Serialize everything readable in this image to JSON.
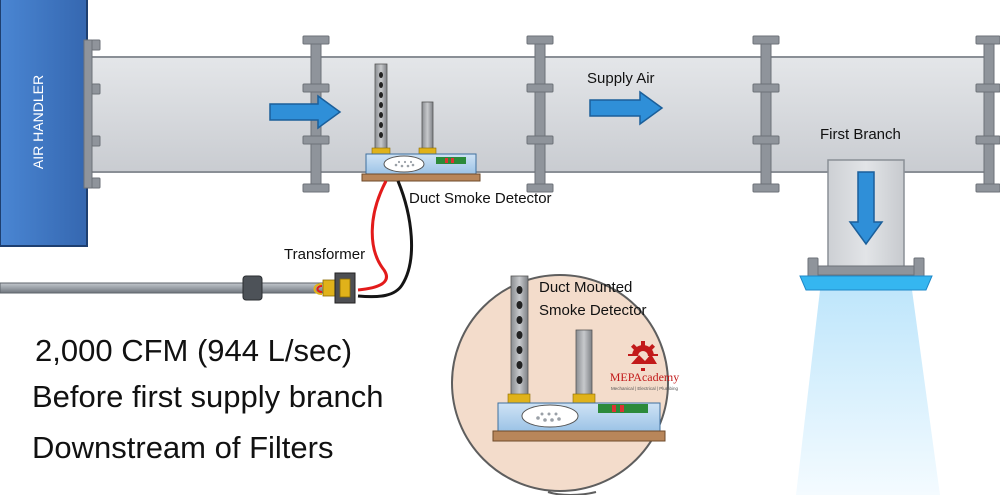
{
  "air_handler": {
    "label": "AIR HANDLER"
  },
  "labels": {
    "supply_air": "Supply Air",
    "first_branch": "First Branch",
    "duct_smoke_detector": "Duct Smoke Detector",
    "transformer": "Transformer",
    "inset_title_line1": "Duct Mounted",
    "inset_title_line2": "Smoke Detector"
  },
  "logo": {
    "brand": "MEPAcademy",
    "tagline": "Mechanical | Electrical | Plumbing"
  },
  "requirements": [
    "2,000 CFM (944 L/sec)",
    "Before first supply branch",
    "Downstream of Filters"
  ],
  "colors": {
    "duct_fill": "#d3d5d9",
    "duct_edge": "#8a8f96",
    "flange": "#8f949b",
    "air_handler": "#3f78c4",
    "arrow": "#2f8fd8",
    "diffuser": "#35b6f0",
    "inset_circle": "#f3dccb",
    "logo_red": "#c21a1a"
  }
}
